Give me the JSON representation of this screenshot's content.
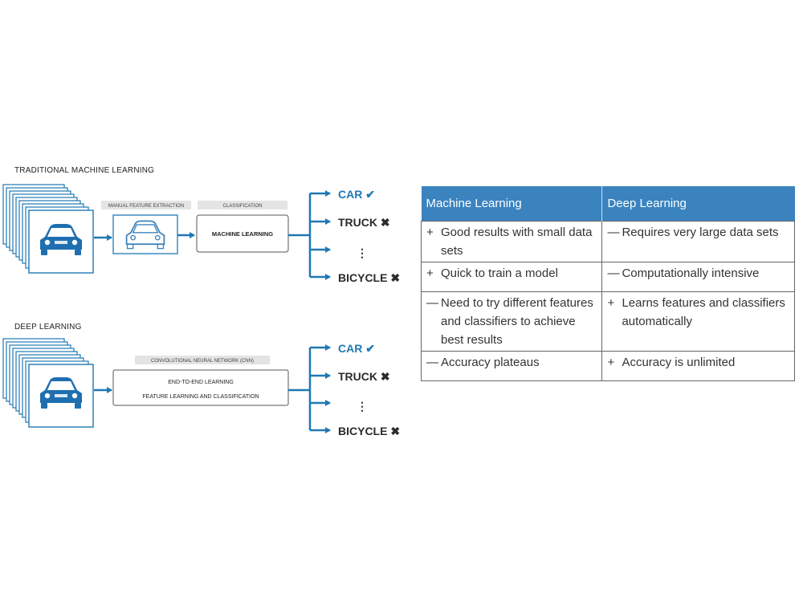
{
  "traditional": {
    "title": "TRADITIONAL MACHINE LEARNING",
    "tag_feature": "MANUAL FEATURE EXTRACTION",
    "tag_class": "CLASSIFICATION",
    "box_label": "MACHINE LEARNING",
    "outputs": [
      {
        "label": "CAR",
        "mark": "✔"
      },
      {
        "label": "TRUCK",
        "mark": "✖"
      },
      {
        "label": "BICYCLE",
        "mark": "✖"
      }
    ]
  },
  "deep": {
    "title": "DEEP LEARNING",
    "tag": "CONVOLUTIONAL NEURAL NETWORK (CNN)",
    "box_line1": "END-TO-END LEARNING",
    "box_line2": "FEATURE LEARNING AND CLASSIFICATION",
    "outputs": [
      {
        "label": "CAR",
        "mark": "✔"
      },
      {
        "label": "TRUCK",
        "mark": "✖"
      },
      {
        "label": "BICYCLE",
        "mark": "✖"
      }
    ]
  },
  "ellipsis": "⋮",
  "colors": {
    "accent": "#1f78b4",
    "header": "#3a83bf"
  },
  "table": {
    "headers": [
      "Machine Learning",
      "Deep Learning"
    ],
    "rows": [
      [
        {
          "sign": "+",
          "text": "Good results with small data sets"
        },
        {
          "sign": "—",
          "text": "Requires very large data sets"
        }
      ],
      [
        {
          "sign": "+",
          "text": "Quick to train a model"
        },
        {
          "sign": "—",
          "text": "Computationally intensive"
        }
      ],
      [
        {
          "sign": "—",
          "text": "Need to try different features and classifiers to achieve best results"
        },
        {
          "sign": "+",
          "text": "Learns features and classifiers automatically"
        }
      ],
      [
        {
          "sign": "—",
          "text": "Accuracy plateaus"
        },
        {
          "sign": "+",
          "text": "Accuracy is unlimited"
        }
      ]
    ]
  }
}
